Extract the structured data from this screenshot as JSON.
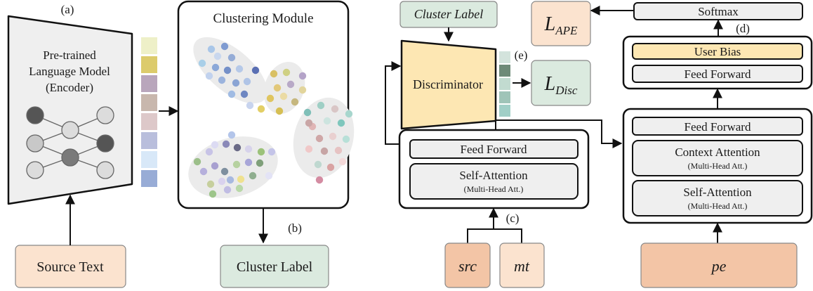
{
  "labels": {
    "a": "(a)",
    "b": "(b)",
    "c": "(c)",
    "d": "(d)",
    "e": "(e)"
  },
  "encoder": {
    "title_lines": [
      "Pre-trained",
      "Language Model",
      "(Encoder)"
    ]
  },
  "source_text": "Source Text",
  "clustering": {
    "title": "Clustering Module"
  },
  "cluster_label_bottom": "Cluster Label",
  "cluster_label_top": "Cluster Label",
  "discriminator": "Discriminator",
  "l_ape": {
    "main": "L",
    "sub": "APE"
  },
  "l_disc": {
    "main": "L",
    "sub": "Disc"
  },
  "softmax": "Softmax",
  "user_bias": "User Bias",
  "dec_ff_top": "Feed Forward",
  "dec_ff": "Feed Forward",
  "context_attention": {
    "main": "Context Attention",
    "sub": "(Multi-Head Att.)"
  },
  "dec_self_attention": {
    "main": "Self-Attention",
    "sub": "(Multi-Head Att.)"
  },
  "enc_ff": "Feed Forward",
  "enc_self_attention": {
    "main": "Self-Attention",
    "sub": "(Multi-Head Att.)"
  },
  "inputs": {
    "src": "src",
    "mt": "mt",
    "pe": "pe"
  },
  "colors": {
    "embedding_strip": [
      "#eef0c8",
      "#dccb6c",
      "#b9a6bc",
      "#c8b7ad",
      "#ddc8c9",
      "#b9bedc",
      "#d8e8f8",
      "#98acd6"
    ],
    "disc_strip": [
      "#d3e3dc",
      "#6e8a78",
      "#c2dbd0",
      "#9fc4b8",
      "#a1cfc7"
    ],
    "peach": "#fbe3cf",
    "peach_dark": "#f3c5a6",
    "green_box": "#dbeadf",
    "yellow_box": "#fde7b3",
    "gray_box": "#efefef"
  }
}
